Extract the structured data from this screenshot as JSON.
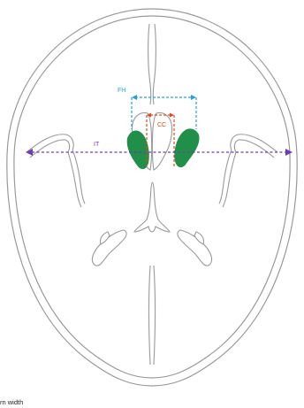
{
  "labels": {
    "fh": "FH",
    "cc": "CC",
    "it": "IT"
  },
  "caption": "rn width",
  "colors": {
    "outline": "#9a9a9a",
    "fh_line": "#2aa0d8",
    "cc_line": "#e04a1c",
    "it_line": "#6a3fb0",
    "caudate": "#1f8f4a",
    "caption_text": "#222222"
  }
}
